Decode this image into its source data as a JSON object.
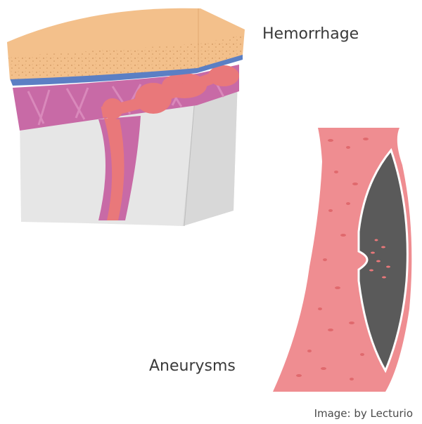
{
  "labels": {
    "hemorrhage": "Hemorrhage",
    "aneurysms": "Aneurysms"
  },
  "credit": "Image: by Lecturio",
  "colors": {
    "skull": "#f3c08b",
    "skull_texture": "#d49a63",
    "dura": "#5b7fc4",
    "arachnoid": "#c86aa6",
    "vessel": "#e9787a",
    "brain": "#e6e6e6",
    "vessel_wall": "#ef8d91",
    "lumen": "#5a5a5a"
  }
}
